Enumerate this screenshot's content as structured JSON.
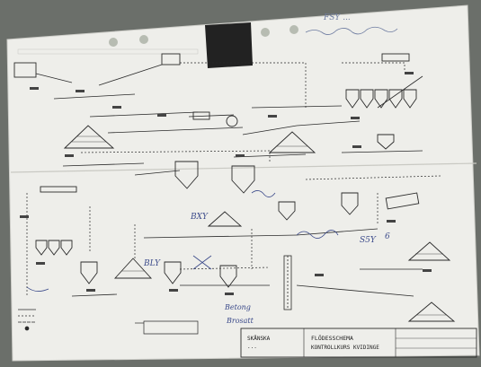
{
  "handwritten_header": [
    "FSY ..."
  ],
  "title_block": {
    "company": [
      "SKÅNSKA",
      "..."
    ],
    "drawing_title": [
      "FLÖDESSCHEMA",
      "KONTROLLKURS KVIDINGE"
    ]
  },
  "handwritten_notes": {
    "b_label": "BLY",
    "xy_label": "BXY",
    "s_label": "S5Y",
    "six": "6",
    "betong": "Betong",
    "brosatt": "Brosatt"
  },
  "colors": {
    "paper": "#eeeeea",
    "ink": "#2a2a2a",
    "background": "#6b6f6a",
    "tape": "#222222",
    "hole": "#b7bcb2"
  },
  "icons": {
    "tape": "black-tape-patch",
    "binder_holes": "punch-hole",
    "triangles": "stockpile-cone",
    "hoppers": "hopper-bin",
    "conveyors": "belt-conveyor"
  }
}
